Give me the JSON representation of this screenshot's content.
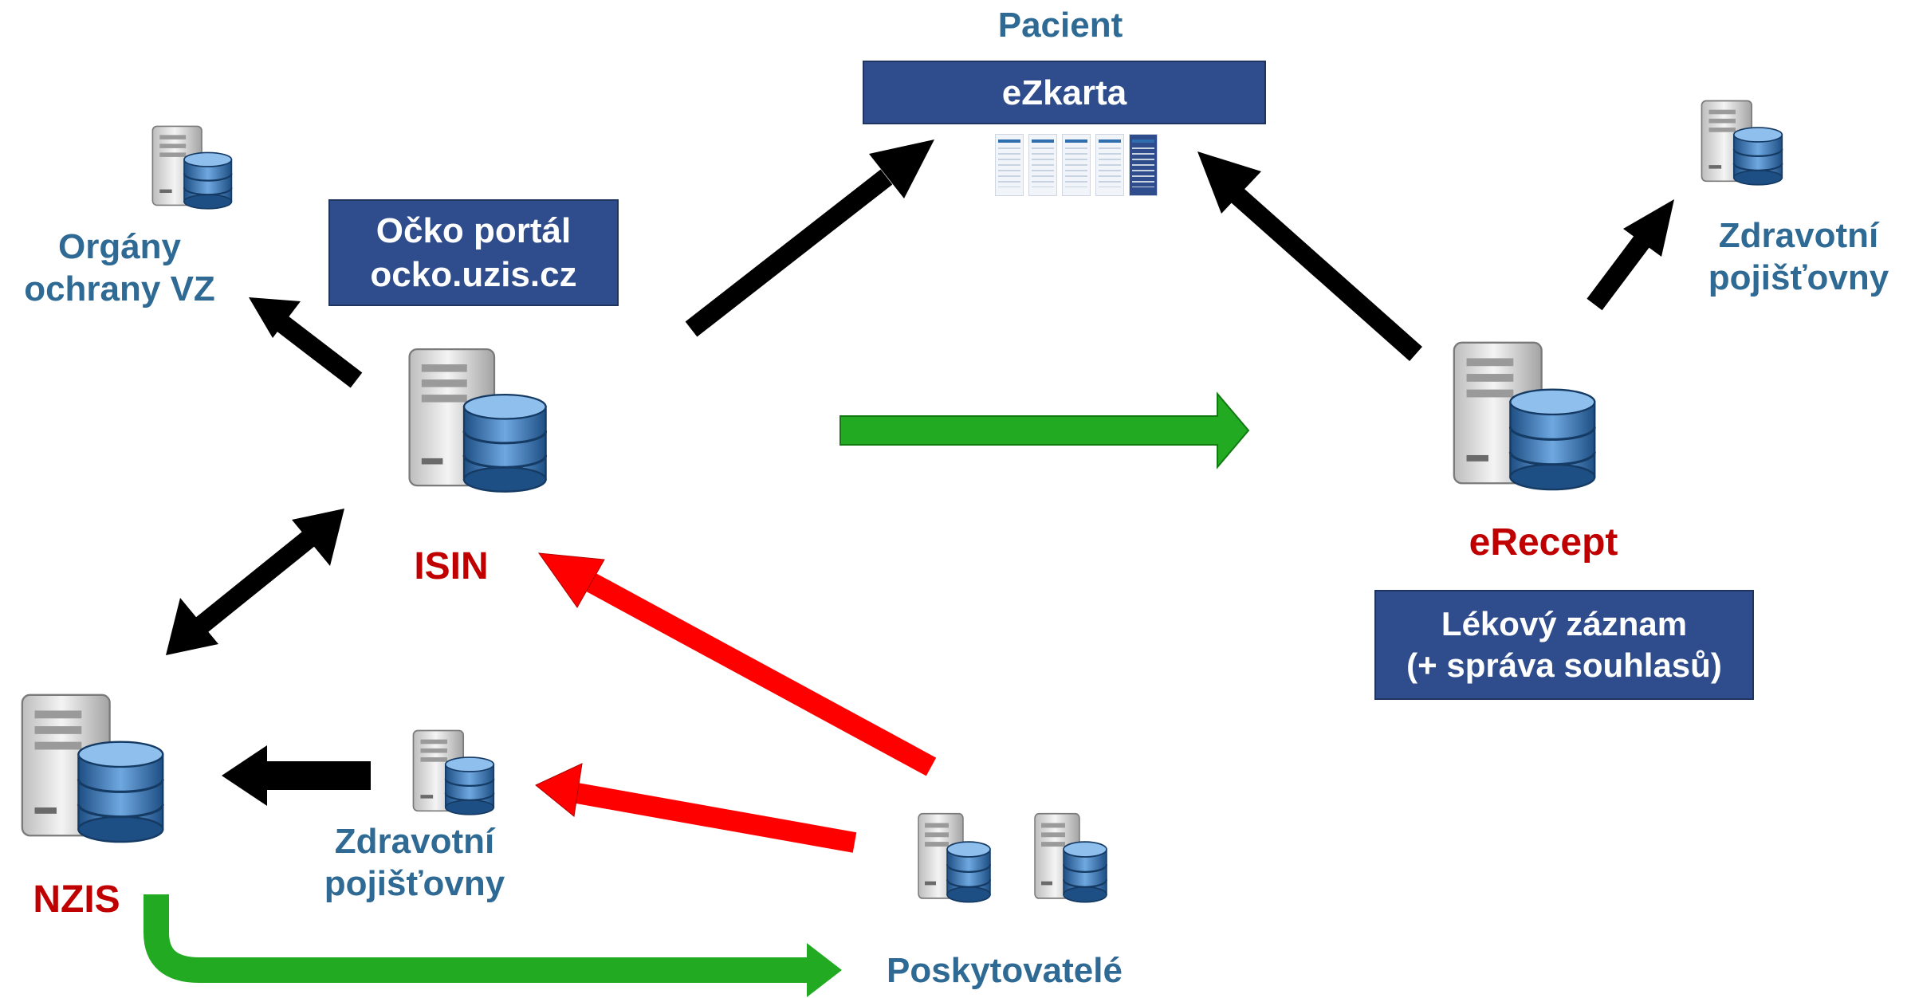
{
  "nodes": {
    "pacient": "Pacient",
    "ezkarta": "eZkarta",
    "ocko_line1": "Očko portál",
    "ocko_line2": "ocko.uzis.cz",
    "organy_line1": "Orgány",
    "organy_line2": "ochrany VZ",
    "isin": "ISIN",
    "erecept": "eRecept",
    "lekovy_line1": "Lékový záznam",
    "lekovy_line2": "(+ správa souhlasů)",
    "zp_right_line1": "Zdravotní",
    "zp_right_line2": "pojišťovny",
    "nzis": "NZIS",
    "zp_left_line1": "Zdravotní",
    "zp_left_line2": "pojišťovny",
    "poskytovatele": "Poskytovatelé"
  },
  "colors": {
    "label_blue": "#2f6a94",
    "label_red": "#c00000",
    "box_fill": "#2f4d8c",
    "arrow_black": "#000000",
    "arrow_green": "#22aa22",
    "arrow_red": "#ff0000"
  },
  "icons": [
    "database-server-icon",
    "ezkarta-app-screenshot"
  ]
}
